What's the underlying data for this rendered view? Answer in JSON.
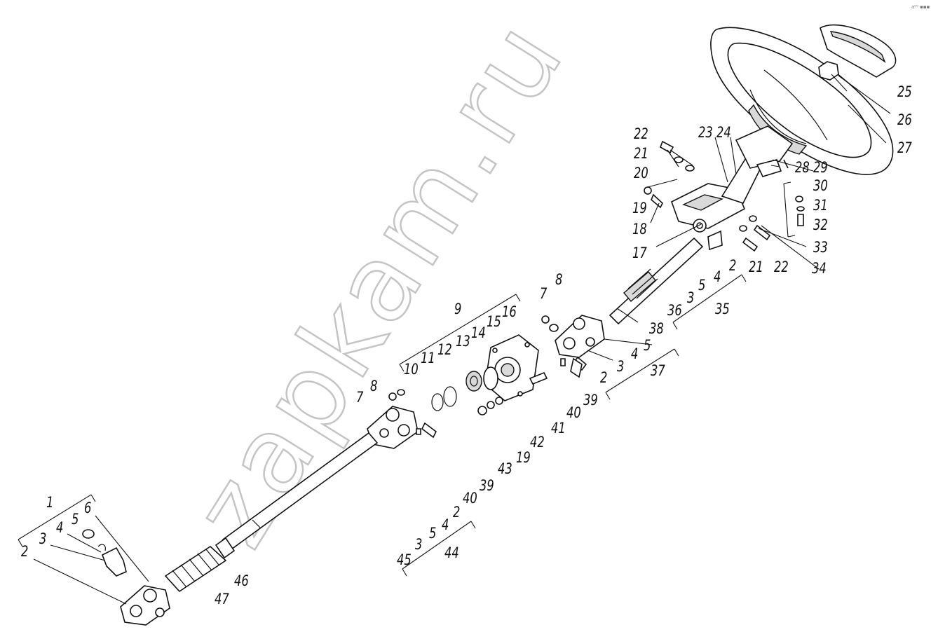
{
  "watermark": "zapkam.ru",
  "corner_mark": "a⁰⁰ ▪▪▪",
  "callouts": {
    "n1": "1",
    "n2a": "2",
    "n3a": "3",
    "n4a": "4",
    "n5a": "5",
    "n6": "6",
    "n7a": "7",
    "n8a": "8",
    "n7b": "7",
    "n8b": "8",
    "n9": "9",
    "n10": "10",
    "n11": "11",
    "n12": "12",
    "n13": "13",
    "n14": "14",
    "n15": "15",
    "n16": "16",
    "n17": "17",
    "n18": "18",
    "n19a": "19",
    "n20": "20",
    "n21a": "21",
    "n22a": "22",
    "n23": "23",
    "n24": "24",
    "n25": "25",
    "n26": "26",
    "n27": "27",
    "n28": "28",
    "n29": "29",
    "n30": "30",
    "n31": "31",
    "n32": "32",
    "n33": "33",
    "n34": "34",
    "n21b": "21",
    "n22b": "22",
    "n2b": "2",
    "n4b": "4",
    "n5b": "5",
    "n3b": "3",
    "n36": "36",
    "n35": "35",
    "n38": "38",
    "n5c": "5",
    "n4c": "4",
    "n3c": "3",
    "n2c": "2",
    "n37": "37",
    "n39a": "39",
    "n40a": "40",
    "n41": "41",
    "n42": "42",
    "n19b": "19",
    "n43": "43",
    "n39b": "39",
    "n40b": "40",
    "n2d": "2",
    "n4d": "4",
    "n5d": "5",
    "n3d": "3",
    "n45": "45",
    "n44": "44",
    "n46": "46",
    "n47": "47"
  }
}
